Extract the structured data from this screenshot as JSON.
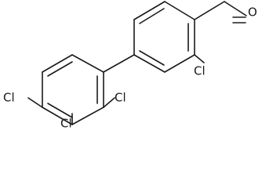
{
  "molecule": {
    "atom_labels": {
      "aldehyde_oxygen": "O",
      "ring_a_chlorine": "Cl",
      "ring_b_chlorine_2": "Cl",
      "ring_b_chlorine_3": "Cl",
      "ring_b_chlorine_4": "Cl"
    },
    "colors": {
      "ink": "#1a1a1a",
      "background": "#ffffff"
    }
  }
}
